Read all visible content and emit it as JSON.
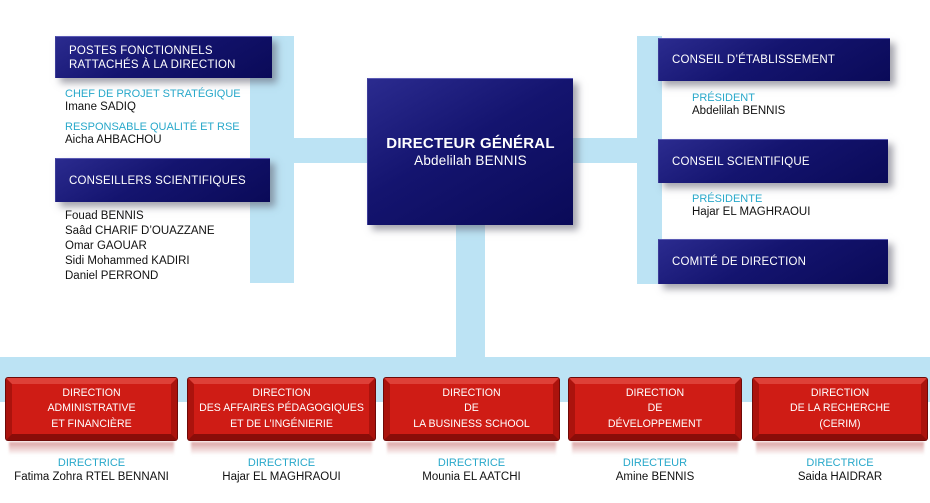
{
  "colors": {
    "navy": "#11116b",
    "connector_band": "#bce3f4",
    "direction_red": "#cf1c15",
    "accent_cyan": "#28a8ca"
  },
  "left": {
    "functional_box": "POSTES FONCTIONNELS\nRATTACHÉS À LA DIRECTION",
    "roles": [
      {
        "label": "CHEF DE PROJET STRATÉGIQUE",
        "name": "Imane SADIQ"
      },
      {
        "label": "RESPONSABLE QUALITÉ ET RSE",
        "name": "Aicha AHBACHOU"
      }
    ],
    "advisors_box": "CONSEILLERS SCIENTIFIQUES",
    "advisors": [
      "Fouad BENNIS",
      "Saâd CHARIF D’OUAZZANE",
      "Omar GAOUAR",
      "Sidi Mohammed KADIRI",
      "Daniel PERROND"
    ]
  },
  "center": {
    "title": "DIRECTEUR GÉNÉRAL",
    "name": "Abdelilah BENNIS"
  },
  "right": {
    "boards": [
      {
        "title": "CONSEIL D’ÉTABLISSEMENT",
        "role": "PRÉSIDENT",
        "name": "Abdelilah BENNIS"
      },
      {
        "title": "CONSEIL SCIENTIFIQUE",
        "role": "PRÉSIDENTE",
        "name": "Hajar EL MAGHRAOUI"
      },
      {
        "title": "COMITÉ DE DIRECTION"
      }
    ]
  },
  "directions": [
    {
      "title": "DIRECTION\nADMINISTRATIVE\nET FINANCIÈRE",
      "role": "DIRECTRICE",
      "name": "Fatima Zohra RTEL BENNANI"
    },
    {
      "title": "DIRECTION\nDES AFFAIRES PÉDAGOGIQUES\nET DE L’INGÉNIERIE",
      "role": "DIRECTRICE",
      "name": "Hajar EL MAGHRAOUI"
    },
    {
      "title": "DIRECTION\nDE\nLA BUSINESS SCHOOL",
      "role": "DIRECTRICE",
      "name": "Mounia EL AATCHI"
    },
    {
      "title": "DIRECTION\nDE\nDÉVELOPPEMENT",
      "role": "DIRECTEUR",
      "name": "Amine BENNIS"
    },
    {
      "title": "DIRECTION\nDE LA RECHERCHE\n(CERIM)",
      "role": "DIRECTRICE",
      "name": "Saida HAIDRAR"
    }
  ]
}
